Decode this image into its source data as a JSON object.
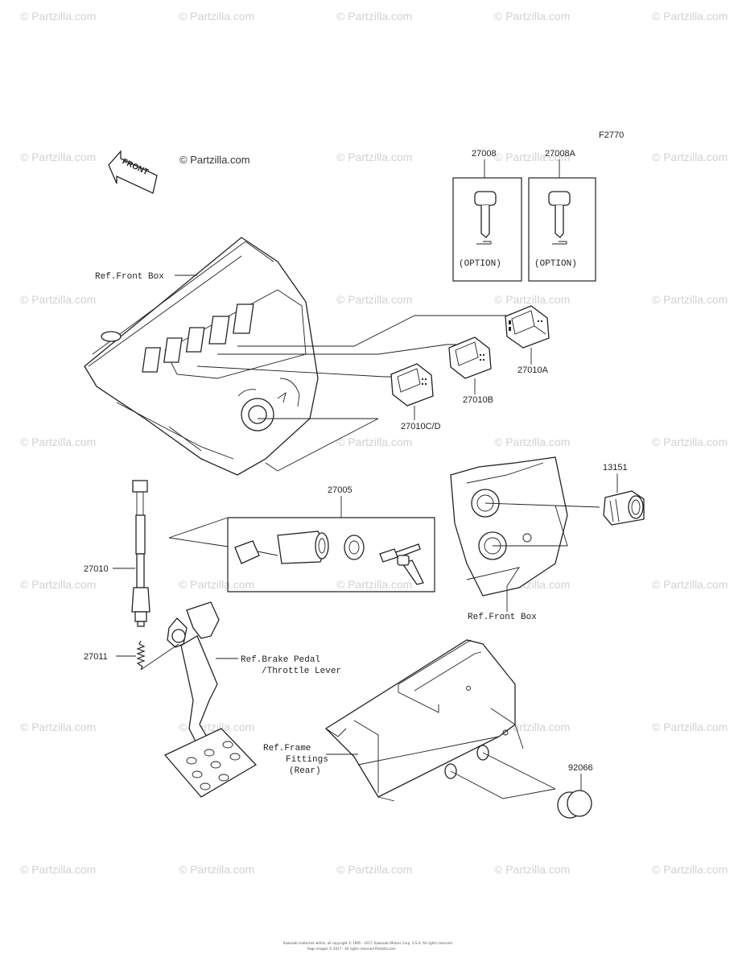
{
  "figure_code": "F2770",
  "copyright": "© Partzilla.com",
  "watermark": "© Partzilla.com",
  "front_arrow": "FRONT",
  "parts": {
    "p27008": "27008",
    "p27008A": "27008A",
    "p27010A": "27010A",
    "p27010B": "27010B",
    "p27010CD": "27010C/D",
    "p27005": "27005",
    "p13151": "13151",
    "p27010": "27010",
    "p27011": "27011",
    "p92066": "92066"
  },
  "option_label": "(OPTION)",
  "refs": {
    "front_box_top": "Ref.Front Box",
    "front_box_mid": "Ref.Front Box",
    "brake_pedal_1": "Ref.Brake Pedal",
    "brake_pedal_2": "/Throttle Lever",
    "frame_1": "Ref.Frame",
    "frame_2": "Fittings",
    "frame_3": "(Rear)"
  },
  "footer": {
    "line1": "Kawasaki materials within, all copyright © 1995 - 2017, Kawasaki Motors Corp, U.S.A. All rights reserved.",
    "line2": "Page images © 2017 - All rights reserved Partzilla.com"
  }
}
